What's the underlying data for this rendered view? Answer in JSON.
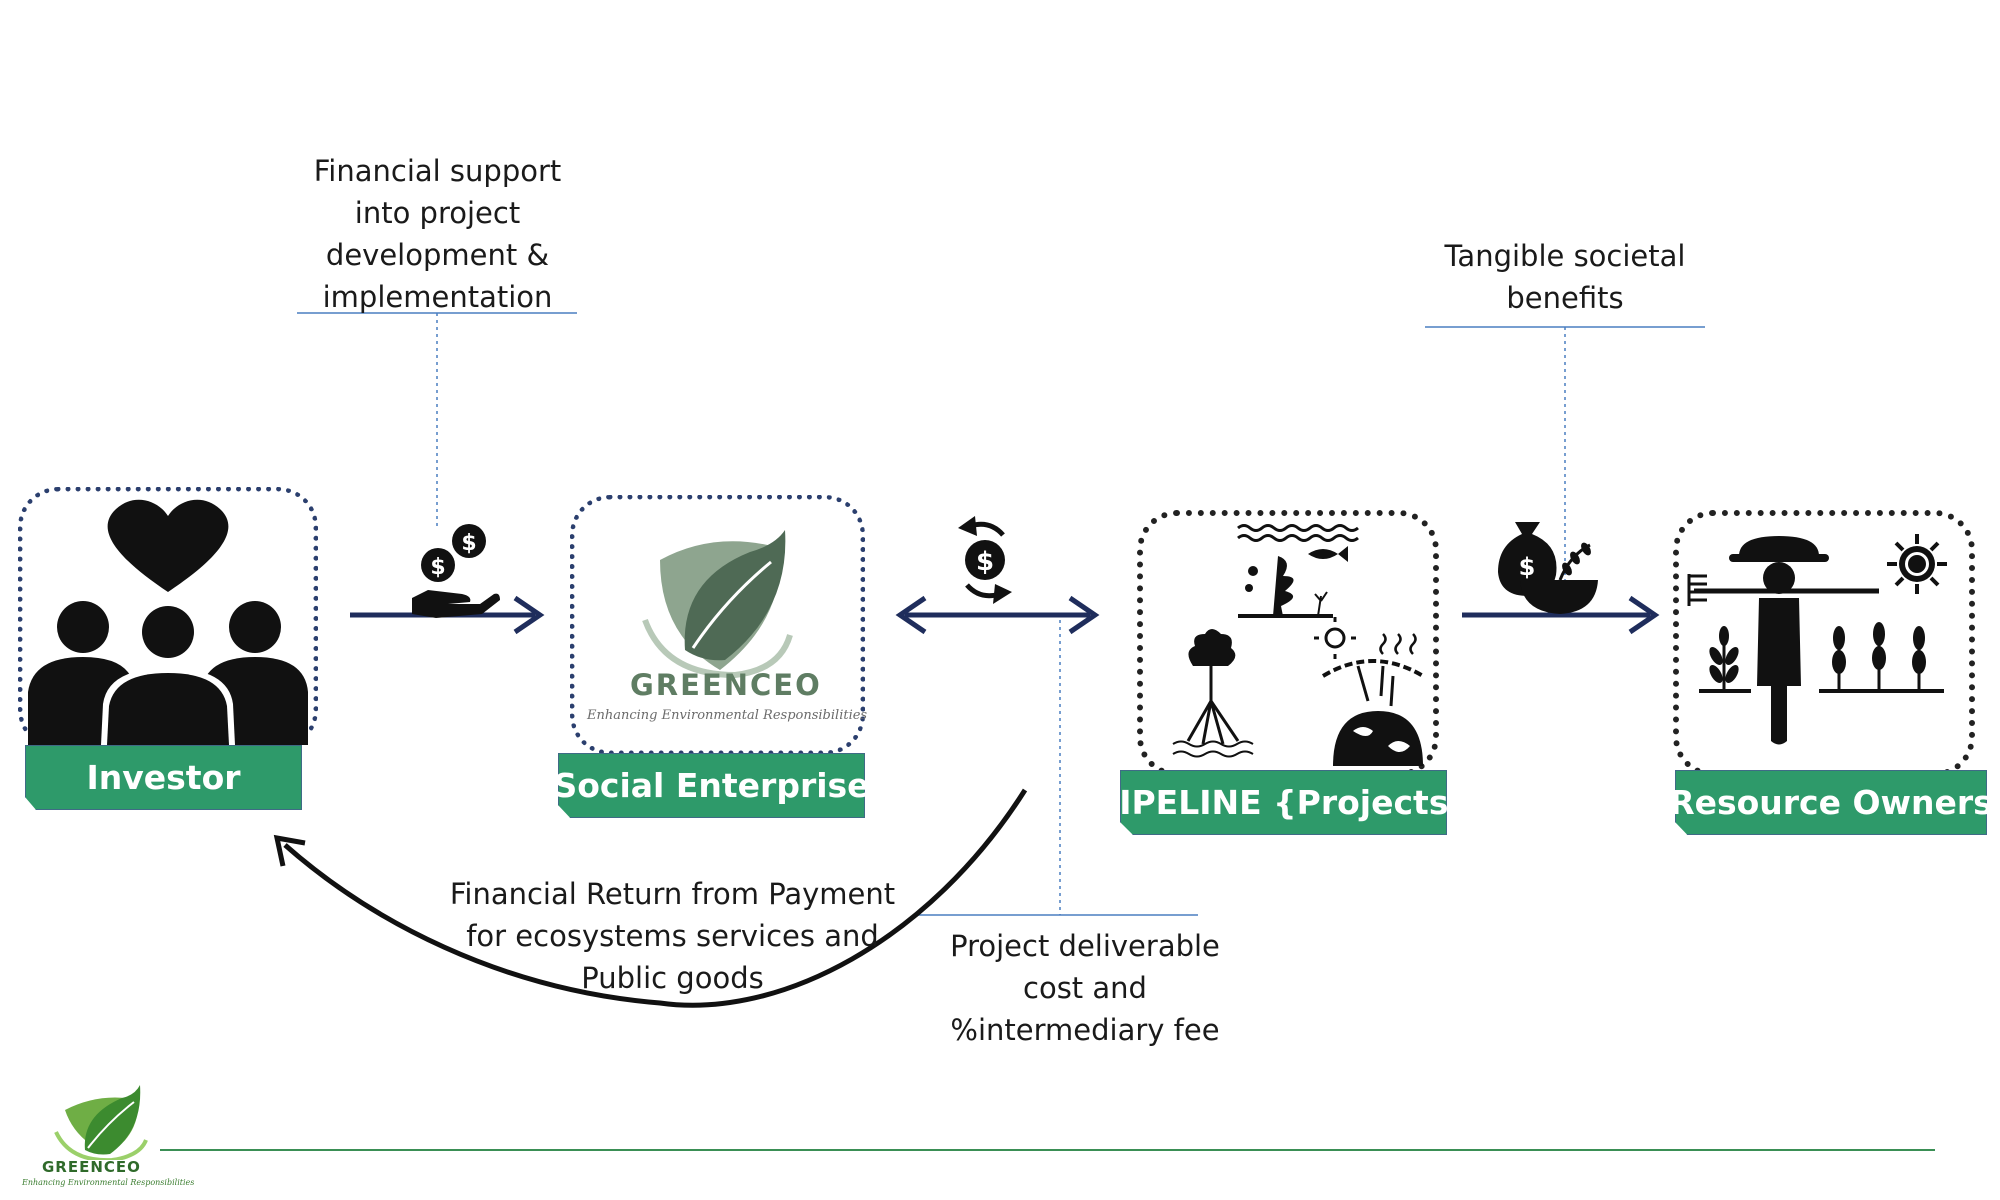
{
  "nodes": {
    "investor": {
      "label": "Investor"
    },
    "social_enterprise": {
      "label": "Social Enterprise"
    },
    "pipeline": {
      "label": "PIPELINE {Projects}"
    },
    "resource_owners": {
      "label": "Resource Owners"
    }
  },
  "notes": {
    "financial_support": [
      "Financial support",
      "into project",
      "development &",
      "implementation"
    ],
    "societal_benefits": [
      "Tangible societal",
      "benefits"
    ],
    "financial_return": [
      "Financial Return from Payment",
      "for ecosystems services and",
      "Public goods"
    ],
    "project_cost": [
      "Project deliverable",
      "cost and",
      "%intermediary fee"
    ]
  },
  "brand": {
    "name": "GREENCEO",
    "tagline": "Enhancing Environmental Responsibilities"
  },
  "colors": {
    "label_green": "#2e9a6a",
    "arrow_navy": "#1f2d5c",
    "leader_blue": "#4a7fc1",
    "footer_line": "#3a8f55"
  }
}
